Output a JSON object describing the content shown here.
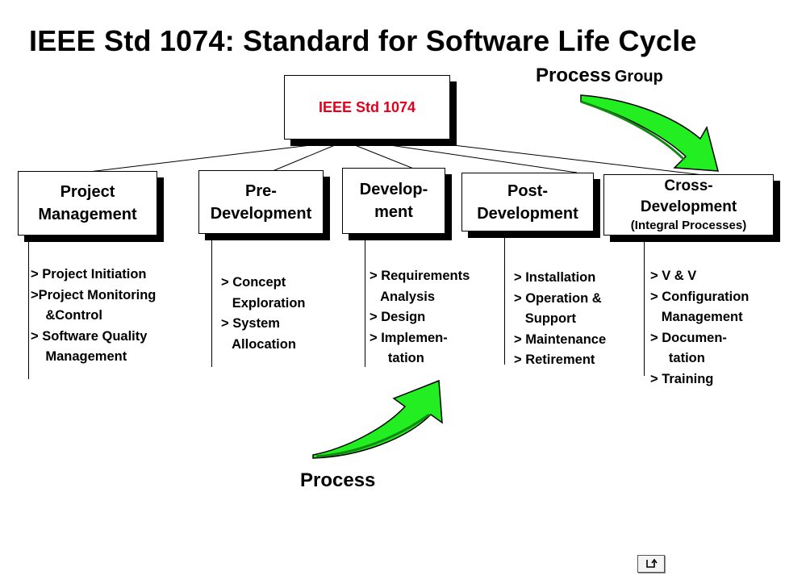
{
  "title": "IEEE Std 1074: Standard for Software Life Cycle",
  "root": "IEEE Std 1074",
  "process_group_label": {
    "big": "Process",
    "small": "Group"
  },
  "process_label": "Process",
  "groups": [
    {
      "label": [
        "Project",
        "Management"
      ],
      "items": "> Project Initiation\n>Project Monitoring\n    &Control\n> Software Quality\n    Management"
    },
    {
      "label": [
        "Pre-",
        "Development"
      ],
      "items": "> Concept\n   Exploration\n> System\n   Allocation"
    },
    {
      "label": [
        "Develop-",
        "ment"
      ],
      "items": "> Requirements\n   Analysis\n> Design\n> Implemen-\n     tation"
    },
    {
      "label": [
        "Post-",
        "Development"
      ],
      "items": "> Installation\n> Operation &\n   Support\n> Maintenance\n> Retirement"
    },
    {
      "label": [
        "Cross-",
        "Development",
        "(Integral Processes)"
      ],
      "items": "> V & V\n> Configuration\n   Management\n> Documen-\n     tation\n> Training"
    }
  ],
  "colors": {
    "root_text": "#e3001b",
    "arrow_fill": "#22ee22",
    "arrow_stroke": "#000000"
  },
  "icons": {
    "arrow_top": "curved-arrow-icon",
    "arrow_bottom": "curved-arrow-icon",
    "return": "return-arrow-icon"
  }
}
